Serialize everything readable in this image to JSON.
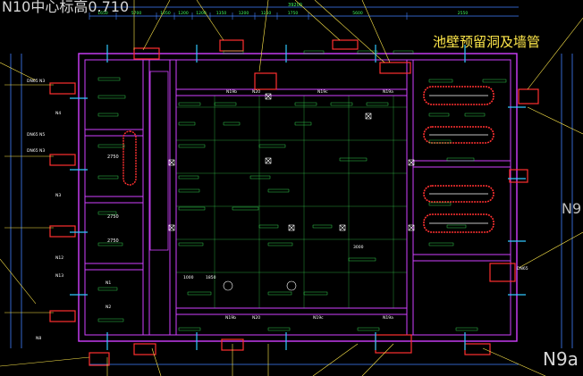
{
  "drawing": {
    "top_tag": "N10中心标高0.710",
    "main_title": "池壁预留洞及墙管",
    "corner_tag": "N9a",
    "right_edge_tag": "N9"
  },
  "dimensions": {
    "top_total": "39200",
    "top_segments": [
      "1650",
      "5700",
      "1050",
      "1200",
      "1200",
      "1350",
      "1200",
      "1250",
      "1750",
      "5600",
      "2550"
    ],
    "room_widths": [
      "2750",
      "2750",
      "2750"
    ],
    "small_labels": [
      "1000",
      "1850",
      "3000"
    ]
  },
  "pipe_labels": [
    "DN65 N3",
    "DN65 N5",
    "DN65 N3",
    "DN65",
    "N19b",
    "N20",
    "N19c",
    "N19a",
    "N19b",
    "N19c",
    "N19a",
    "N20",
    "N4",
    "N3",
    "N1",
    "N2",
    "N13",
    "N12",
    "N8"
  ],
  "colors": {
    "background": "#000000",
    "wall": "#d040ff",
    "hatch": "#ff3030",
    "text_green": "#40ff60",
    "dim_line": "#4080ff",
    "leader": "#ffe84a",
    "cyan": "#30c8ff"
  }
}
